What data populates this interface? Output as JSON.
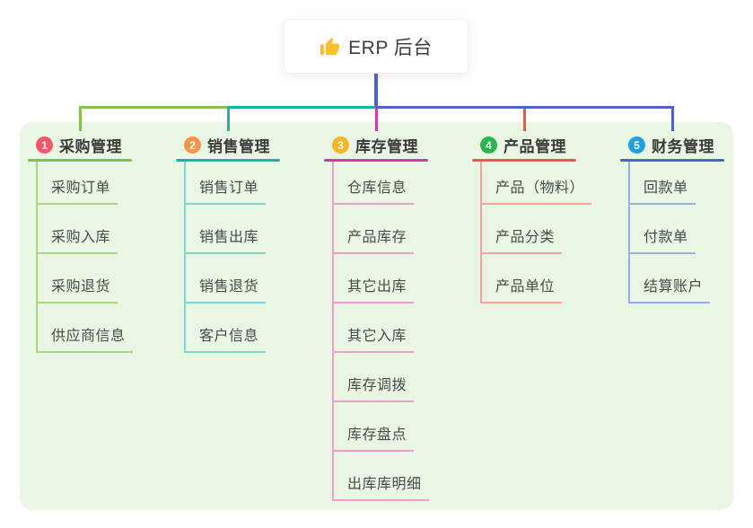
{
  "root": {
    "label": "ERP 后台",
    "icon": "thumbs-up-icon",
    "line_color": "#4a63cc"
  },
  "canvas": {
    "background": "#ffffff",
    "panel_background": "#e9f6e3"
  },
  "branches": [
    {
      "num": "1",
      "title": "采购管理",
      "badge_color": "#f8566c",
      "line_color": "#85c24a",
      "child_line_color": "#aad685",
      "children": [
        "采购订单",
        "采购入库",
        "采购退货",
        "供应商信息"
      ]
    },
    {
      "num": "2",
      "title": "销售管理",
      "badge_color": "#f7934b",
      "line_color": "#14b5ab",
      "child_line_color": "#82d6ce",
      "children": [
        "销售订单",
        "销售出库",
        "销售退货",
        "客户信息"
      ]
    },
    {
      "num": "3",
      "title": "库存管理",
      "badge_color": "#f9b32c",
      "line_color": "#d13c9e",
      "child_line_color": "#eda0ce",
      "children": [
        "仓库信息",
        "产品库存",
        "其它出库",
        "其它入库",
        "库存调拨",
        "库存盘点",
        "出库库明细"
      ]
    },
    {
      "num": "4",
      "title": "产品管理",
      "badge_color": "#2eb44e",
      "line_color": "#f2514e",
      "child_line_color": "#f9a29e",
      "children": [
        "产品（物料）",
        "产品分类",
        "产品单位"
      ]
    },
    {
      "num": "5",
      "title": "财务管理",
      "badge_color": "#249fdc",
      "line_color": "#4a63cc",
      "child_line_color": "#9dabe2",
      "children": [
        "回款单",
        "付款单",
        "结算账户"
      ]
    }
  ]
}
